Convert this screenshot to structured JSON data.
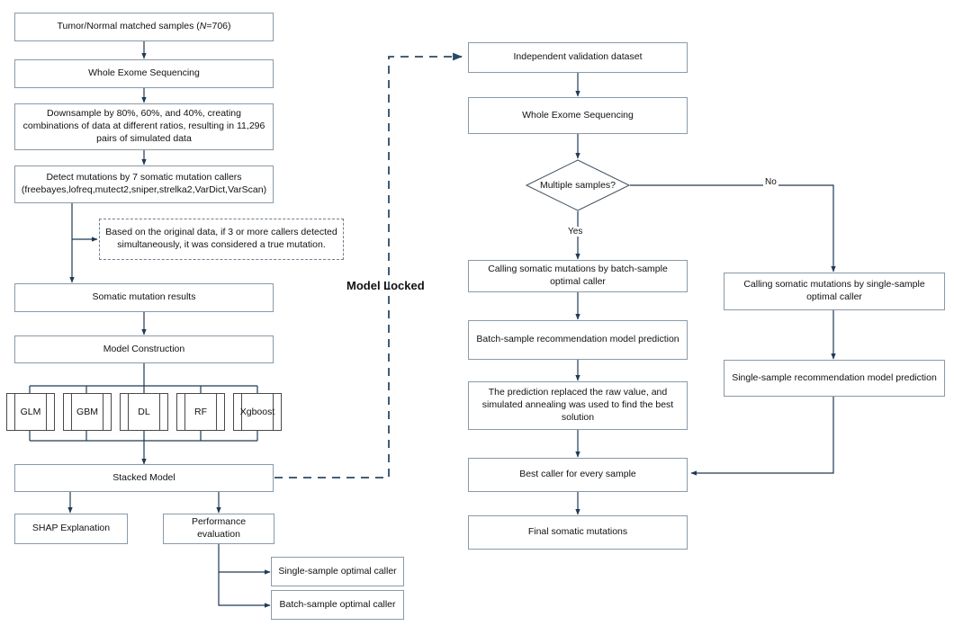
{
  "diagram": {
    "title": "Somatic mutation caller recommendation workflow",
    "colors": {
      "box_border": "#8a9aa8",
      "model_border": "#4a4a4a",
      "connector": "#1f3a55",
      "dashed_connector": "#2c4a63",
      "background": "#ffffff",
      "text": "#111111"
    },
    "annotations": {
      "model_locked": "Model Locked",
      "yes": "Yes",
      "no": "No"
    }
  },
  "training_branch": {
    "nodes": [
      {
        "id": "samples",
        "label_pre": "Tumor/Normal matched samples (",
        "label_em": "N",
        "label_post": "=706)"
      },
      {
        "id": "wes_left",
        "label": "Whole Exome Sequencing"
      },
      {
        "id": "downsample",
        "label": "Downsample by 80%, 60%, and 40%, creating combinations of data at different ratios, resulting in 11,296 pairs of simulated data"
      },
      {
        "id": "detect",
        "label": "Detect mutations by 7 somatic mutation callers (freebayes,lofreq,mutect2,sniper,strelka2,VarDict,VarScan)"
      },
      {
        "id": "truth_note",
        "label": "Based on the original data, if 3 or more callers detected simultaneously, it was considered  a true mutation."
      },
      {
        "id": "somatic_results",
        "label": "Somatic mutation results"
      },
      {
        "id": "model_construction",
        "label": "Model Construction"
      },
      {
        "id": "stacked_model",
        "label": "Stacked Model"
      },
      {
        "id": "shap",
        "label": "SHAP Explanation"
      },
      {
        "id": "performance",
        "label": "Performance evaluation"
      },
      {
        "id": "single_optimal",
        "label": "Single-sample optimal caller"
      },
      {
        "id": "batch_optimal",
        "label": "Batch-sample optimal caller"
      }
    ],
    "base_models": [
      {
        "id": "glm",
        "label": "GLM"
      },
      {
        "id": "gbm",
        "label": "GBM"
      },
      {
        "id": "dl",
        "label": "DL"
      },
      {
        "id": "rf",
        "label": "RF"
      },
      {
        "id": "xgboost",
        "label": "Xgboost"
      }
    ]
  },
  "validation_branch": {
    "nodes": [
      {
        "id": "validation_dataset",
        "label": "Independent validation dataset"
      },
      {
        "id": "wes_right",
        "label": "Whole Exome Sequencing"
      },
      {
        "id": "decision",
        "label": "Multiple samples?"
      },
      {
        "id": "call_batch",
        "label": "Calling somatic mutations by batch-sample optimal caller"
      },
      {
        "id": "batch_pred",
        "label": "Batch-sample recommendation model prediction"
      },
      {
        "id": "annealing",
        "label": "The prediction replaced the raw value, and simulated annealing was used to find the best solution"
      },
      {
        "id": "best_caller",
        "label": "Best caller for every sample"
      },
      {
        "id": "final_mutations",
        "label": "Final somatic mutations"
      },
      {
        "id": "call_single",
        "label": "Calling somatic mutations by single-sample optimal caller"
      },
      {
        "id": "single_pred",
        "label": "Single-sample recommendation model prediction"
      }
    ]
  }
}
